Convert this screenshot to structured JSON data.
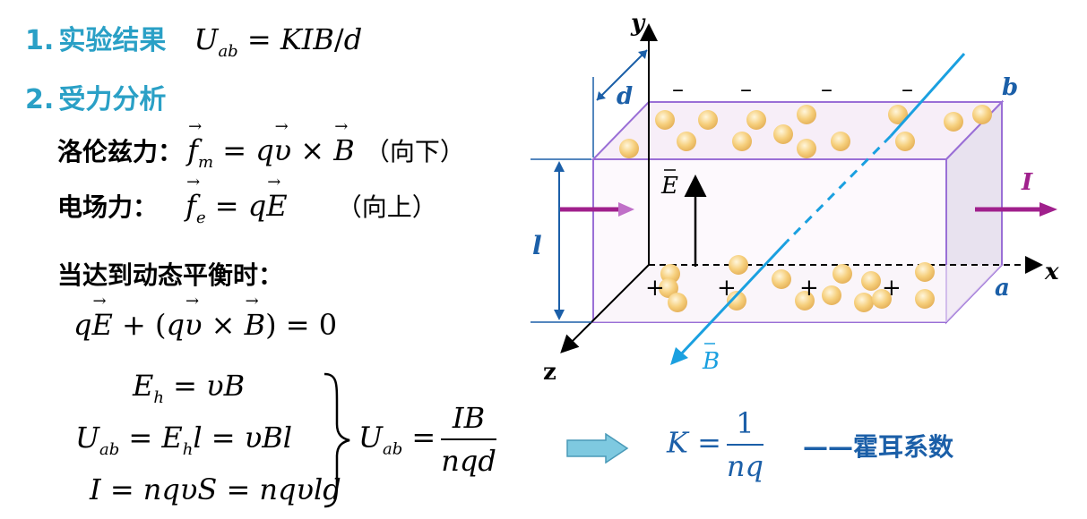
{
  "heading1": {
    "number": "1.",
    "label": "实验结果",
    "formula": "U_ab = KIB/d"
  },
  "heading2": {
    "number": "2.",
    "label": "受力分析"
  },
  "lorentz": {
    "label": "洛伦兹力：",
    "note": "（向下）"
  },
  "electric": {
    "label": "电场力：",
    "note": "（向上）"
  },
  "equilibrium": {
    "label": "当达到动态平衡时："
  },
  "result": {
    "coefficient_label": "——霍耳系数"
  },
  "figure": {
    "axis_x": "x",
    "axis_y": "y",
    "axis_z": "z",
    "label_a": "a",
    "label_b": "b",
    "label_d": "d",
    "label_l": "l",
    "label_I": "I",
    "label_E": "E",
    "label_B": "B",
    "top_charge": "–",
    "bottom_charge": "+",
    "colors": {
      "box": "#9a6fd6",
      "field_B": "#1aa0e0",
      "current": "#a0208c",
      "particle": "#f6cf7c",
      "label": "#1b5fa8"
    }
  }
}
